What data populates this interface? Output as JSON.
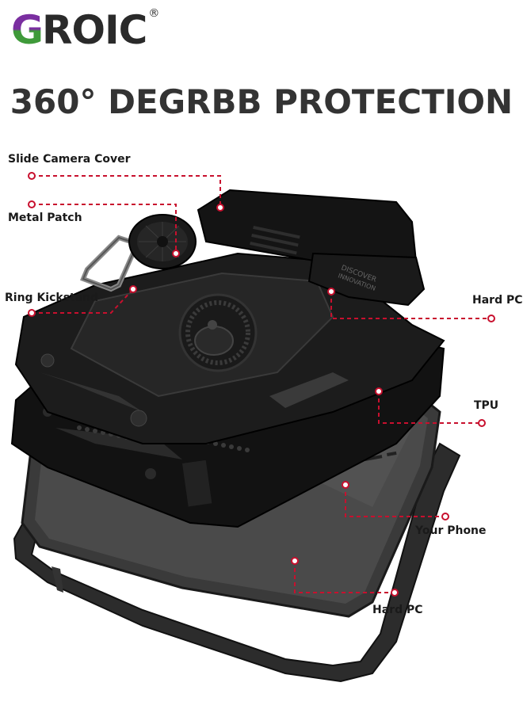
{
  "brand": {
    "logo_first": "G",
    "logo_rest": "ROIC",
    "registered": "®",
    "colors": {
      "purple": "#7a2ea0",
      "green": "#3f9a3a",
      "dark": "#2a2a2a"
    }
  },
  "headline": "360° DEGRBB PROTECTION",
  "labels": {
    "slide_camera_cover": "Slide Camera Cover",
    "metal_patch": "Metal Patch",
    "ring_kickstand": "Ring Kickstand",
    "hard_pc_top": "Hard PC",
    "tpu": "TPU",
    "your_phone": "Your Phone",
    "hard_pc_bottom": "Hard PC"
  },
  "case_text": [
    "DISCOVER",
    "INNOVATION"
  ],
  "callout_color": "#c8102e"
}
